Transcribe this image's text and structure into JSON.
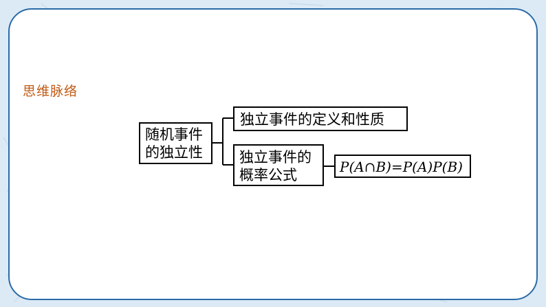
{
  "section_title": "思维脉络",
  "diagram": {
    "root": {
      "line1": "随机事件",
      "line2": "的独立性"
    },
    "branch_definition": "独立事件的定义和性质",
    "branch_formula": {
      "line1": "独立事件的",
      "line2": "概率公式"
    },
    "formula": "P(A∩B)=P(A)P(B)"
  },
  "colors": {
    "border": "#2a6aa7",
    "title": "#c05a14",
    "background": "#dceaf6"
  }
}
